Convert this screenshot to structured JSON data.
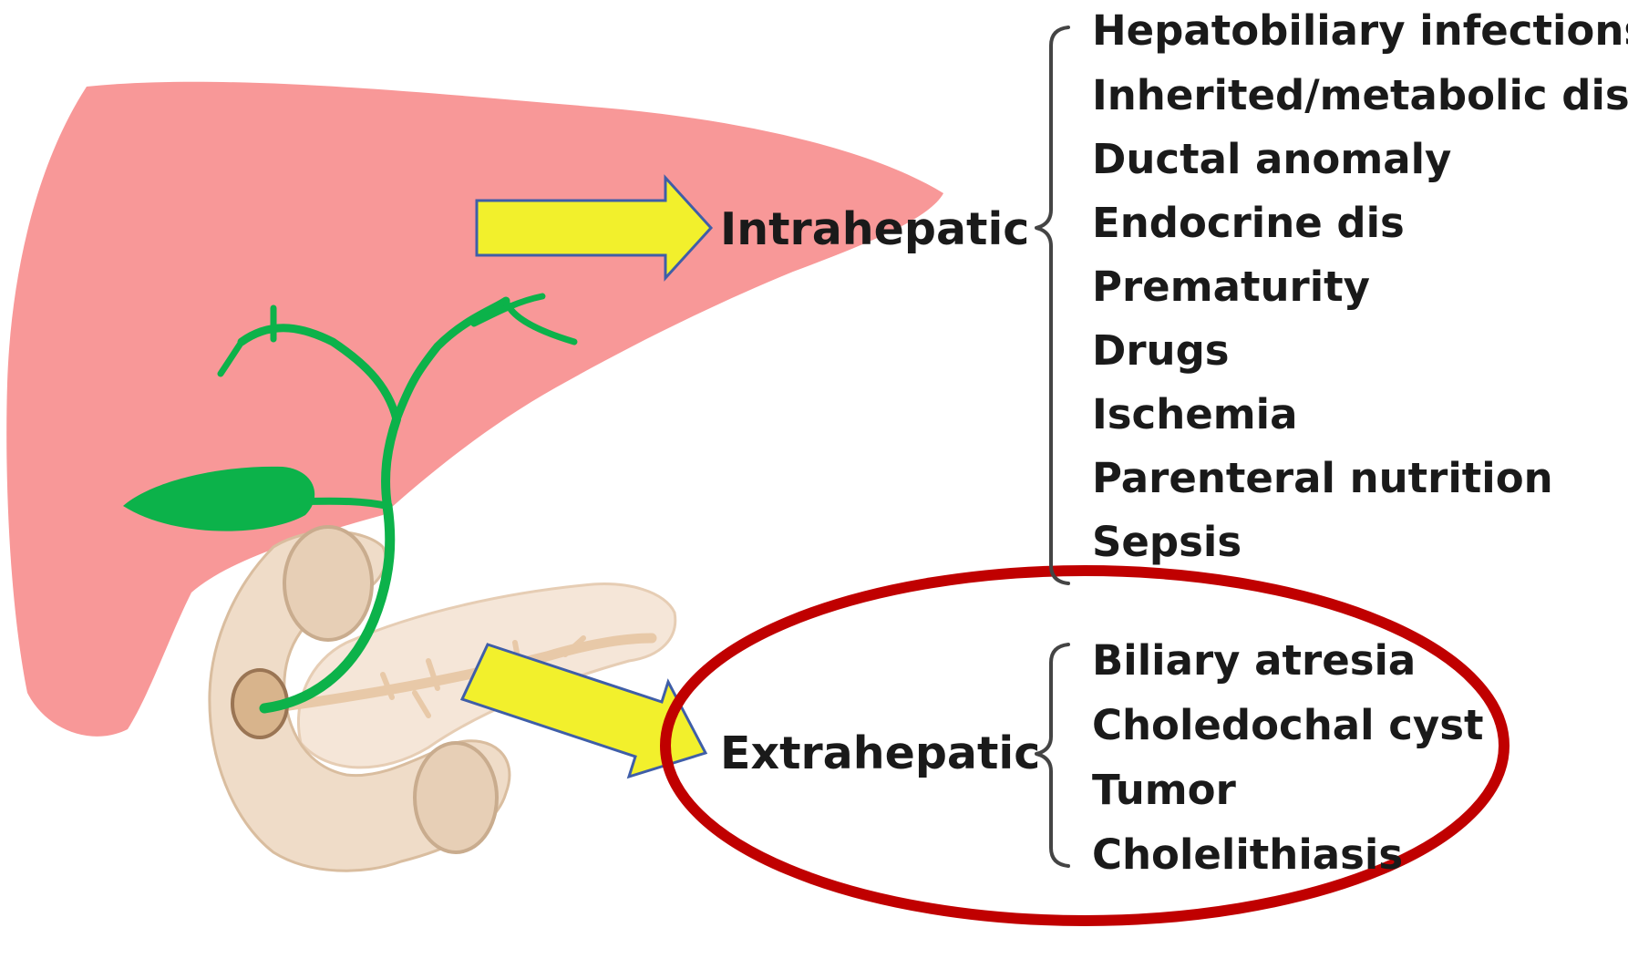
{
  "groups": [
    {
      "label": "Intrahepatic",
      "items": [
        "Hepatobiliary infections",
        "Inherited/metabolic dis",
        "Ductal anomaly",
        "Endocrine dis",
        "Prematurity",
        "Drugs",
        "Ischemia",
        "Parenteral nutrition",
        "Sepsis"
      ]
    },
    {
      "label": "Extrahepatic",
      "items": [
        "Biliary atresia",
        "Choledochal cyst",
        "Tumor",
        "Cholelithiasis"
      ]
    }
  ],
  "colors": {
    "liver": "#f89898",
    "bile_ducts": "#0cb24a",
    "gallbladder": "#0cb24a",
    "pancreas": "#f5e6d8",
    "duodenum": "#efdcc8",
    "arrow_fill": "#f2f02c",
    "arrow_stroke": "#3f5ea8",
    "highlight_ellipse": "#c00000",
    "text": "#1a1a1a"
  }
}
